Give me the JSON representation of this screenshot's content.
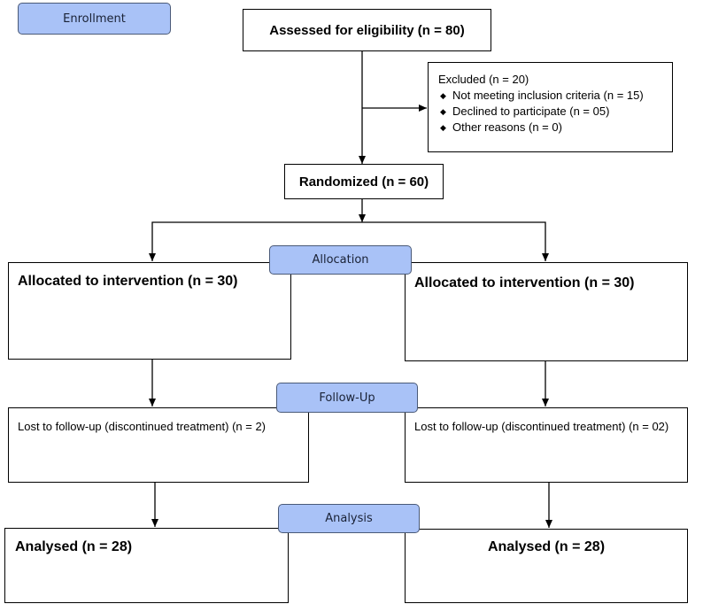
{
  "stages": {
    "enrollment": "Enrollment",
    "allocation": "Allocation",
    "followup": "Follow-Up",
    "analysis": "Analysis"
  },
  "assessed": "Assessed for eligibility (n =  80)",
  "excluded": {
    "title": "Excluded  (n = 20)",
    "items": [
      "Not meeting inclusion criteria (n = 15)",
      "Declined to participate (n = 05)",
      "Other reasons (n = 0)"
    ]
  },
  "randomized": "Randomized (n = 60)",
  "allocated": {
    "left": "Allocated to intervention (n = 30)",
    "right": "Allocated to intervention (n = 30)"
  },
  "lost": {
    "left": "Lost to follow-up (discontinued treatment) (n = 2)",
    "right": "Lost to follow-up (discontinued treatment) (n = 02)"
  },
  "analysed": {
    "left": "Analysed  (n = 28)",
    "right": "Analysed  (n = 28)"
  }
}
